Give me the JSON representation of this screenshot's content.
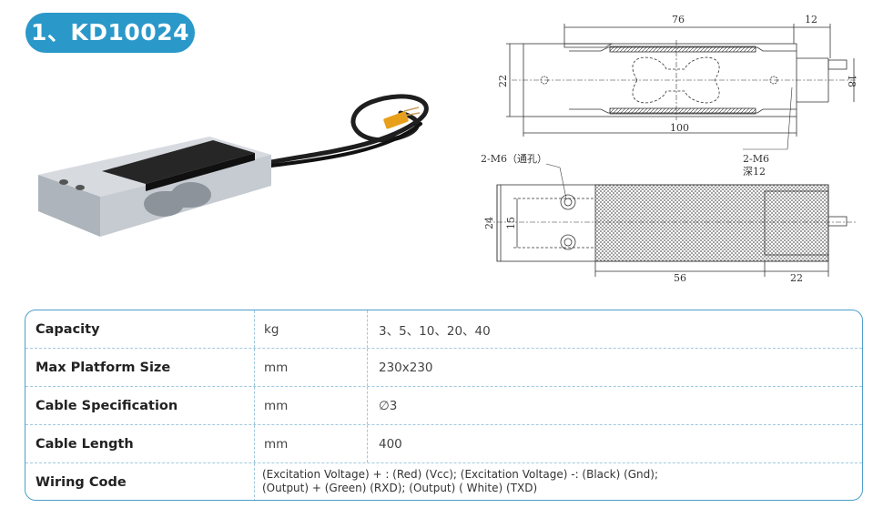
{
  "header": {
    "title": "1、KD10024"
  },
  "drawing": {
    "top_view": {
      "dim_length_top": "76",
      "dim_offset_top": "12",
      "dim_height_left": "22",
      "dim_height_right": "18",
      "dim_total_length": "100",
      "thread_note_line1": "2-M6",
      "thread_note_line2": "深12"
    },
    "side_view": {
      "thread_note": "2-M6（通孔）",
      "dim_height_outer": "24",
      "dim_height_inner": "15",
      "dim_length_left": "56",
      "dim_length_right": "22"
    }
  },
  "spec_table": {
    "rows": [
      {
        "param": "Capacity",
        "unit": "kg",
        "value": "3、5、10、20、40"
      },
      {
        "param": "Max Platform Size",
        "unit": "mm",
        "value": "230x230"
      },
      {
        "param": "Cable Specification",
        "unit": "mm",
        "value": "∅3"
      },
      {
        "param": "Cable Length",
        "unit": "mm",
        "value": "400"
      },
      {
        "param": "Wiring Code",
        "unit": "",
        "value_line1": "(Excitation Voltage) + :   (Red) (Vcc);  (Excitation Voltage)  -:  (Black) (Gnd);",
        "value_line2": "(Output)  + (Green) (RXD);  (Output)   ( White) (TXD)"
      }
    ]
  },
  "colors": {
    "accent": "#2a98c9",
    "table_border": "#4a9fc9"
  }
}
